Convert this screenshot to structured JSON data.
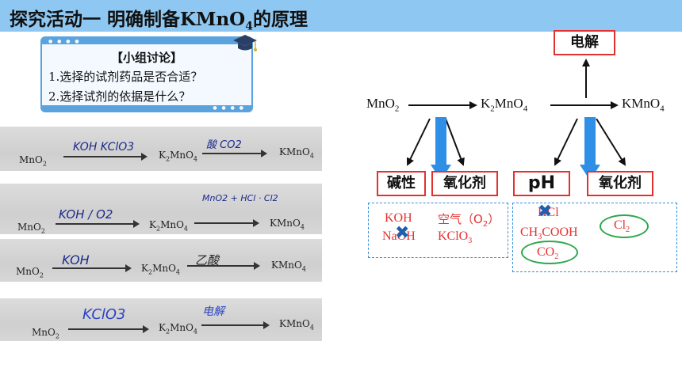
{
  "title": {
    "main": "探究活动一 明确制备KMnO",
    "sub": "4",
    "tail": "的原理"
  },
  "discussion": {
    "heading": "【小组讨论】",
    "q1": "1.选择的试剂药品是否合适？",
    "q2": "2.选择试剂的依据是什么？"
  },
  "photos": [
    {
      "start": "MnO",
      "start_sub": "2",
      "mid": "K",
      "mid_sub": "2",
      "mid_rest": "MnO",
      "mid_sub2": "4",
      "end": "KMnO",
      "end_sub": "4",
      "ink1": "KOH KClO3",
      "ink2": "酸 CO2"
    },
    {
      "start": "MnO",
      "start_sub": "2",
      "mid": "K",
      "mid_sub": "2",
      "mid_rest": "MnO",
      "mid_sub2": "4",
      "end": "KMnO",
      "end_sub": "4",
      "ink1": "KOH / O2",
      "ink2": "MnO2 + HCl · Cl2"
    },
    {
      "start": "MnO",
      "start_sub": "2",
      "mid": "K",
      "mid_sub": "2",
      "mid_rest": "MnO",
      "mid_sub2": "4",
      "end": "KMnO",
      "end_sub": "4",
      "ink1": "KOH",
      "ink2": "乙酸"
    },
    {
      "start": "MnO",
      "start_sub": "2",
      "mid": "K",
      "mid_sub": "2",
      "mid_rest": "MnO",
      "mid_sub2": "4",
      "end": "KMnO",
      "end_sub": "4",
      "ink1": "KClO3",
      "ink2": "电解"
    }
  ],
  "diagram": {
    "mno2": "MnO",
    "mno2_sub": "2",
    "k2mno4_a": "K",
    "k2mno4_sub1": "2",
    "k2mno4_b": "MnO",
    "k2mno4_sub2": "4",
    "kmno4": "KMnO",
    "kmno4_sub": "4",
    "electrolysis": "电解",
    "box_basic": "碱性",
    "box_oxidant1": "氧化剂",
    "box_ph": "pH",
    "box_oxidant2": "氧化剂",
    "koh": "KOH",
    "naoh": "NaOH",
    "air": "空气（O",
    "air_sub": "2",
    "air_end": "）",
    "kclo3": "KClO",
    "kclo3_sub": "3",
    "hcl": "HCl",
    "ch3cooh_a": "CH",
    "ch3cooh_sub": "3",
    "ch3cooh_b": "COOH",
    "co2": "CO",
    "co2_sub": "2",
    "cl2": "Cl",
    "cl2_sub": "2"
  },
  "colors": {
    "title_bar": "#8ec8f2",
    "red_box": "#e53030",
    "dashed_box": "#3a8fd8",
    "green_ellipse": "#2aa84a",
    "blue_arrow": "#2f8fe6",
    "cross": "#1f5fb0"
  }
}
